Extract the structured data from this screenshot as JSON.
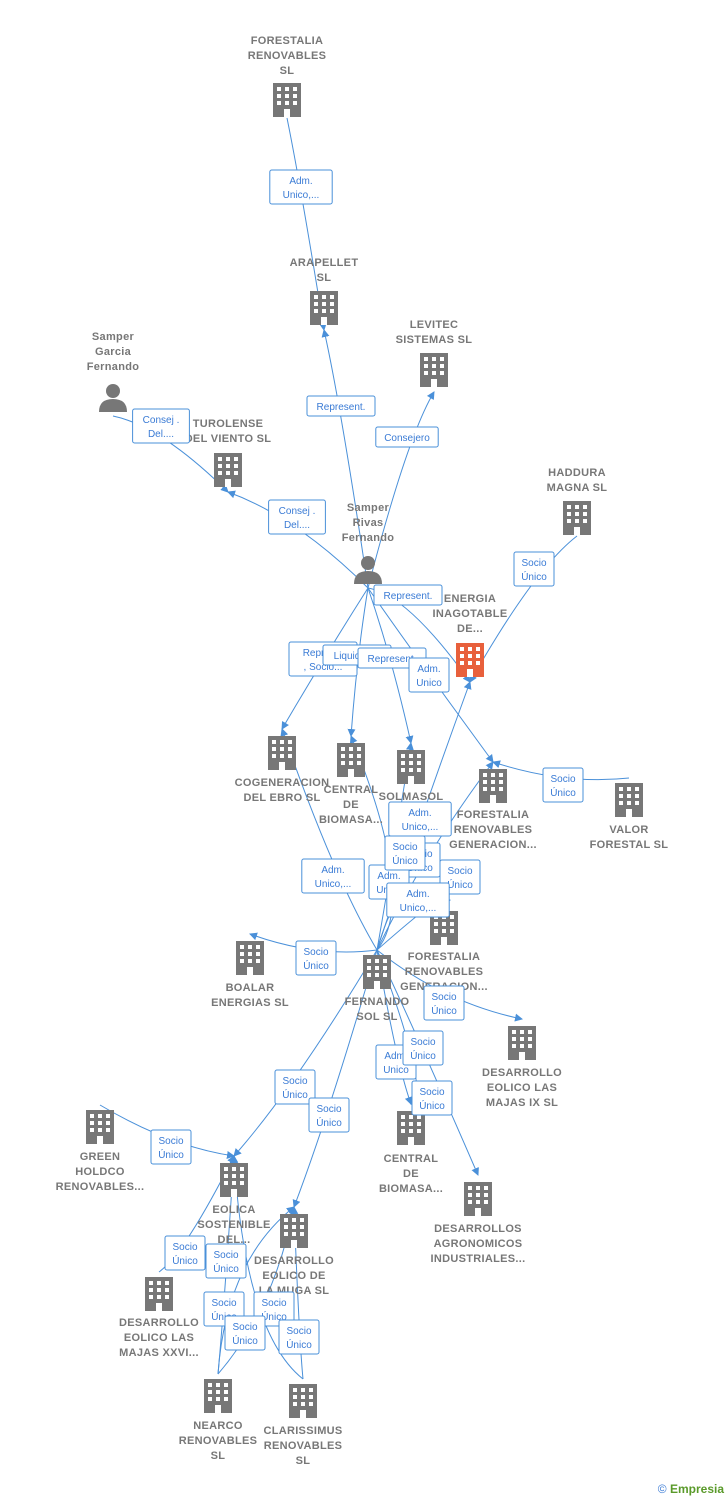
{
  "nodes": [
    {
      "id": "forestalia",
      "label": [
        "FORESTALIA",
        "RENOVABLES",
        "SL"
      ],
      "type": "company"
    },
    {
      "id": "arapellet",
      "label": [
        "ARAPELLET",
        "SL"
      ],
      "type": "company"
    },
    {
      "id": "levitec",
      "label": [
        "LEVITEC",
        "SISTEMAS  SL"
      ],
      "type": "company"
    },
    {
      "id": "samper_garcia",
      "label": [
        "Samper",
        "Garcia",
        "Fernando"
      ],
      "type": "person"
    },
    {
      "id": "turolense",
      "label": [
        "TUROLENSE",
        "DEL VIENTO SL"
      ],
      "type": "company"
    },
    {
      "id": "samper_rivas",
      "label": [
        "Samper",
        "Rivas",
        "Fernando"
      ],
      "type": "person"
    },
    {
      "id": "haddura",
      "label": [
        "HADDURA",
        "MAGNA  SL"
      ],
      "type": "company"
    },
    {
      "id": "energia",
      "label": [
        "ENERGIA",
        "INAGOTABLE",
        "DE..."
      ],
      "type": "focus"
    },
    {
      "id": "cogeneracion",
      "label": [
        "COGENERACION",
        "DEL EBRO  SL"
      ],
      "type": "company"
    },
    {
      "id": "central1",
      "label": [
        "CENTRAL",
        "DE",
        "BIOMASA..."
      ],
      "type": "company"
    },
    {
      "id": "solmasol",
      "label": [
        "SOLMASOL"
      ],
      "type": "company"
    },
    {
      "id": "forestalia_gen1",
      "label": [
        "FORESTALIA",
        "RENOVABLES",
        "GENERACION..."
      ],
      "type": "company"
    },
    {
      "id": "valor",
      "label": [
        "VALOR",
        "FORESTAL SL"
      ],
      "type": "company"
    },
    {
      "id": "forestalia_gen2",
      "label": [
        "FORESTALIA",
        "RENOVABLES",
        "GENERACION..."
      ],
      "type": "company"
    },
    {
      "id": "boalar",
      "label": [
        "BOALAR",
        "ENERGIAS  SL"
      ],
      "type": "company"
    },
    {
      "id": "fernando_sol",
      "label": [
        "FERNANDO",
        "SOL SL"
      ],
      "type": "company"
    },
    {
      "id": "desarrollo_ix",
      "label": [
        "DESARROLLO",
        "EOLICO LAS",
        "MAJAS IX  SL"
      ],
      "type": "company"
    },
    {
      "id": "green",
      "label": [
        "GREEN",
        "HOLDCO",
        "RENOVABLES..."
      ],
      "type": "company"
    },
    {
      "id": "central2",
      "label": [
        "CENTRAL",
        "DE",
        "BIOMASA..."
      ],
      "type": "company"
    },
    {
      "id": "desarrollos_agro",
      "label": [
        "DESARROLLOS",
        "AGRONOMICOS",
        "INDUSTRIALES..."
      ],
      "type": "company"
    },
    {
      "id": "eolica",
      "label": [
        "EOLICA",
        "SOSTENIBLE",
        "DEL..."
      ],
      "type": "company"
    },
    {
      "id": "muga",
      "label": [
        "DESARROLLO",
        "EOLICO DE",
        "LA MUGA SL"
      ],
      "type": "company"
    },
    {
      "id": "majas_xxvi",
      "label": [
        "DESARROLLO",
        "EOLICO LAS",
        "MAJAS XXVI..."
      ],
      "type": "company"
    },
    {
      "id": "nearco",
      "label": [
        "NEARCO",
        "RENOVABLES",
        "SL"
      ],
      "type": "company"
    },
    {
      "id": "clarissimus",
      "label": [
        "CLARISSIMUS",
        "RENOVABLES",
        "SL"
      ],
      "type": "company"
    }
  ],
  "edges": [
    {
      "from": "forestalia",
      "to": "arapellet",
      "label": [
        "Adm.",
        "Unico,..."
      ]
    },
    {
      "from": "samper_rivas",
      "to": "arapellet",
      "label": [
        "Represent."
      ]
    },
    {
      "from": "samper_rivas",
      "to": "levitec",
      "label": [
        "Consejero"
      ]
    },
    {
      "from": "samper_rivas",
      "to": "turolense",
      "label": [
        "Consej .",
        "Del...."
      ]
    },
    {
      "from": "samper_garcia",
      "to": "turolense",
      "label": [
        "Consej .",
        "Del...."
      ]
    },
    {
      "from": "haddura",
      "to": "energia",
      "label": [
        "Socio",
        "Único"
      ]
    },
    {
      "from": "samper_rivas",
      "to": "energia",
      "label": [
        "Represent."
      ]
    },
    {
      "from": "samper_rivas",
      "to": "cogeneracion",
      "label": [
        "Repres...",
        ", Socio..."
      ]
    },
    {
      "from": "samper_rivas",
      "to": "central1",
      "label": [
        "Liquidador"
      ]
    },
    {
      "from": "samper_rivas",
      "to": "solmasol",
      "label": [
        "Represent."
      ]
    },
    {
      "from": "samper_rivas",
      "to": "forestalia_gen1",
      "label": [
        "Adm.",
        "Unico"
      ]
    },
    {
      "from": "valor",
      "to": "forestalia_gen1",
      "label": [
        "Socio",
        "Único"
      ]
    },
    {
      "from": "fernando_sol",
      "to": "cogeneracion",
      "label": [
        "Adm.",
        "Unico,..."
      ]
    },
    {
      "from": "fernando_sol",
      "to": "energia",
      "label": [
        "Adm.",
        "Unico,..."
      ]
    },
    {
      "from": "fernando_sol",
      "to": "forestalia_gen1",
      "label": [
        "Socio",
        "Único"
      ]
    },
    {
      "from": "fernando_sol",
      "to": "forestalia_gen2",
      "label": [
        "Socio",
        "Único"
      ]
    },
    {
      "from": "fernando_sol",
      "to": "solmasol",
      "label": [
        "Adm.",
        "Unico"
      ]
    },
    {
      "from": "fernando_sol",
      "to": "forestalia_gen2",
      "label": [
        "Socio",
        "Único"
      ]
    },
    {
      "from": "fernando_sol",
      "to": "central1",
      "label": [
        "Adm.",
        "Unico,..."
      ]
    },
    {
      "from": "fernando_sol",
      "to": "boalar",
      "label": [
        "Socio",
        "Único"
      ]
    },
    {
      "from": "fernando_sol",
      "to": "desarrollo_ix",
      "label": [
        "Socio",
        "Único"
      ]
    },
    {
      "from": "fernando_sol",
      "to": "central2",
      "label": [
        "Adm.",
        "Unico"
      ]
    },
    {
      "from": "fernando_sol",
      "to": "central2",
      "label": [
        "Socio",
        "Único"
      ]
    },
    {
      "from": "fernando_sol",
      "to": "desarrollos_agro",
      "label": [
        "Socio",
        "Único"
      ]
    },
    {
      "from": "fernando_sol",
      "to": "eolica",
      "label": [
        "Socio",
        "Único"
      ]
    },
    {
      "from": "fernando_sol",
      "to": "muga",
      "label": [
        "Socio",
        "Único"
      ]
    },
    {
      "from": "green",
      "to": "eolica",
      "label": [
        "Socio",
        "Único"
      ]
    },
    {
      "from": "majas_xxvi",
      "to": "eolica",
      "label": [
        "Socio",
        "Único"
      ]
    },
    {
      "from": "nearco",
      "to": "eolica",
      "label": [
        "Socio",
        "Único"
      ]
    },
    {
      "from": "nearco",
      "to": "muga",
      "label": [
        "Socio",
        "Único"
      ]
    },
    {
      "from": "nearco",
      "to": "muga",
      "label": [
        "Socio",
        "Único"
      ]
    },
    {
      "from": "clarissimus",
      "to": "muga",
      "label": [
        "Socio",
        "Único"
      ]
    },
    {
      "from": "clarissimus",
      "to": "eolica",
      "label": [
        "Socio",
        "Único"
      ]
    }
  ],
  "footer": {
    "copyright": "©",
    "brand": "Empresia"
  },
  "colors": {
    "company": "#777777",
    "focus": "#e8603c",
    "edge": "#4a90d9"
  }
}
